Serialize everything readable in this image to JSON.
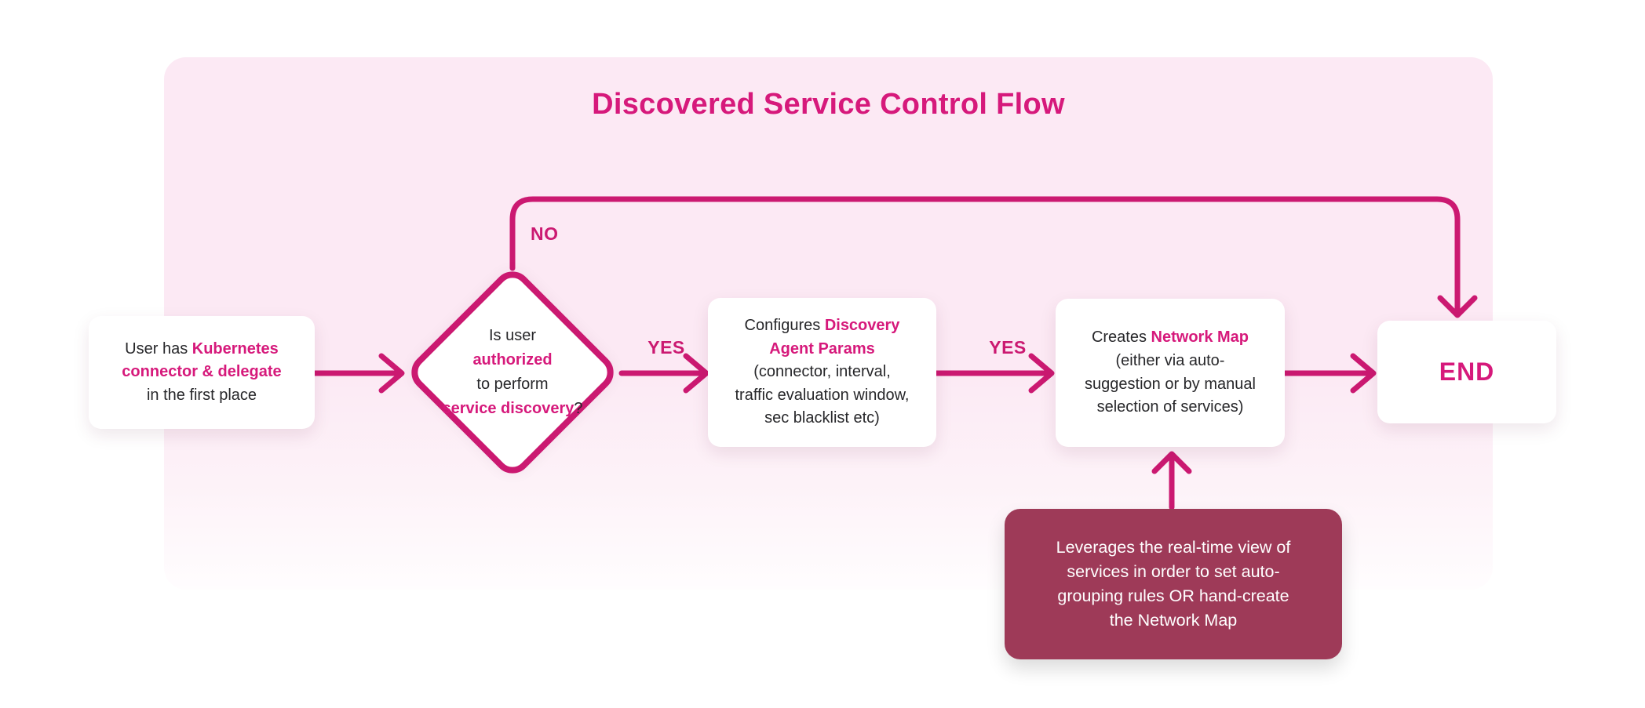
{
  "theme": {
    "accent": "#cb1971",
    "highlight": "#d6197b",
    "panel_bg": "#fce9f4",
    "annotation_bg": "#9e3a58",
    "box_bg": "#ffffff",
    "text_dark": "#27272a",
    "text_light": "#ffffff"
  },
  "title": "Discovered Service Control Flow",
  "labels": {
    "no": "NO",
    "yes_decision": "YES",
    "yes_configure": "YES"
  },
  "nodes": {
    "start": {
      "segments": [
        {
          "t": "User has ",
          "b": false
        },
        {
          "t": "Kubernetes\nconnector & delegate",
          "b": true
        },
        {
          "t": "\nin the first place",
          "b": false
        }
      ]
    },
    "decision": {
      "segments": [
        {
          "t": "Is user\n",
          "b": false
        },
        {
          "t": "authorized",
          "b": true
        },
        {
          "t": "\nto perform\n",
          "b": false
        },
        {
          "t": "service discovery",
          "b": true
        },
        {
          "t": "?",
          "b": false
        }
      ]
    },
    "configure": {
      "segments": [
        {
          "t": "Configures ",
          "b": false
        },
        {
          "t": "Discovery\nAgent Params",
          "b": true
        },
        {
          "t": "\n(connector, interval,\ntraffic evaluation window,\nsec blacklist etc)",
          "b": false
        }
      ]
    },
    "create_map": {
      "segments": [
        {
          "t": "Creates ",
          "b": false
        },
        {
          "t": "Network Map",
          "b": true
        },
        {
          "t": "\n(either via auto-\nsuggestion or by manual\nselection of services)",
          "b": false
        }
      ]
    },
    "end": {
      "label": "END"
    },
    "annotation": {
      "text": "Leverages the real-time view of\nservices in order to set auto-\ngrouping rules OR hand-create\nthe Network Map"
    }
  }
}
